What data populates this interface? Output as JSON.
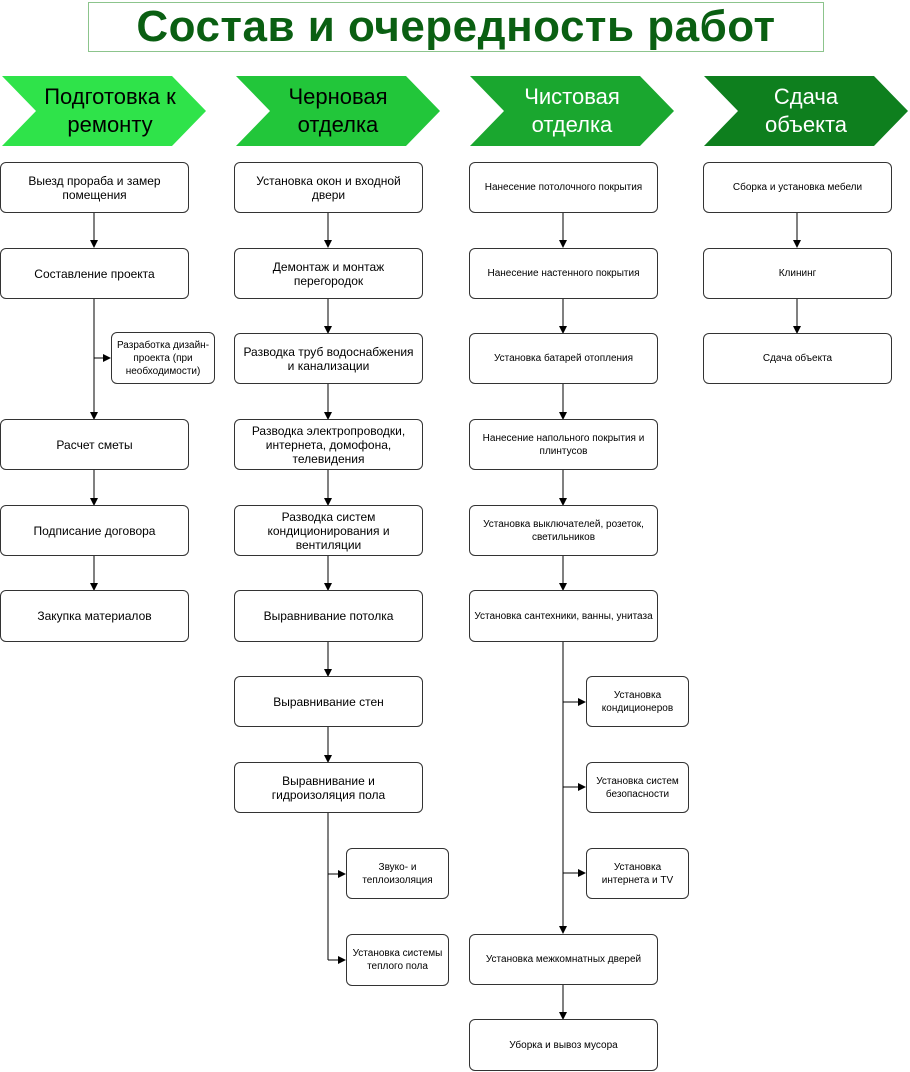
{
  "title": "Состав и очередность работ",
  "colors": {
    "title_text": "#0a5f12",
    "stage1": "#2fe34a",
    "stage2": "#22c63a",
    "stage3": "#1aa72f",
    "stage4": "#0e7f1e",
    "box_border": "#333333",
    "arrow": "#000000"
  },
  "stages": [
    {
      "title_line1": "Подготовка к",
      "title_line2": "ремонту",
      "steps": [
        "Выезд прораба и замер помещения",
        "Составление проекта",
        "Расчет сметы",
        "Подписание договора",
        "Закупка материалов"
      ],
      "branches": [
        "Разработка дизайн-проекта (при необходимости)"
      ]
    },
    {
      "title_line1": "Черновая",
      "title_line2": "отделка",
      "steps": [
        "Установка окон и входной двери",
        "Демонтаж и монтаж перегородок",
        "Разводка труб водоснабжения и канализации",
        "Разводка электропроводки, интернета, домофона, телевидения",
        "Разводка систем кондиционирования и вентиляции",
        "Выравнивание потолка",
        "Выравнивание стен",
        "Выравнивание и гидроизоляция пола"
      ],
      "branches": [
        "Звуко- и теплоизоляция",
        "Установка системы теплого пола"
      ]
    },
    {
      "title_line1": "Чистовая",
      "title_line2": "отделка",
      "steps": [
        "Нанесение потолочного покрытия",
        "Нанесение настенного покрытия",
        "Установка батарей отопления",
        "Нанесение напольного покрытия и плинтусов",
        "Установка выключателей, розеток, светильников",
        "Установка сантехники, ванны, унитаза",
        "Установка межкомнатных дверей",
        "Уборка и вывоз мусора"
      ],
      "branches": [
        "Установка кондиционеров",
        "Установка систем безопасности",
        "Установка интернета и TV"
      ]
    },
    {
      "title_line1": "Сдача",
      "title_line2": "объекта",
      "steps": [
        "Сборка и установка мебели",
        "Клининг",
        "Сдача объекта"
      ],
      "branches": []
    }
  ]
}
